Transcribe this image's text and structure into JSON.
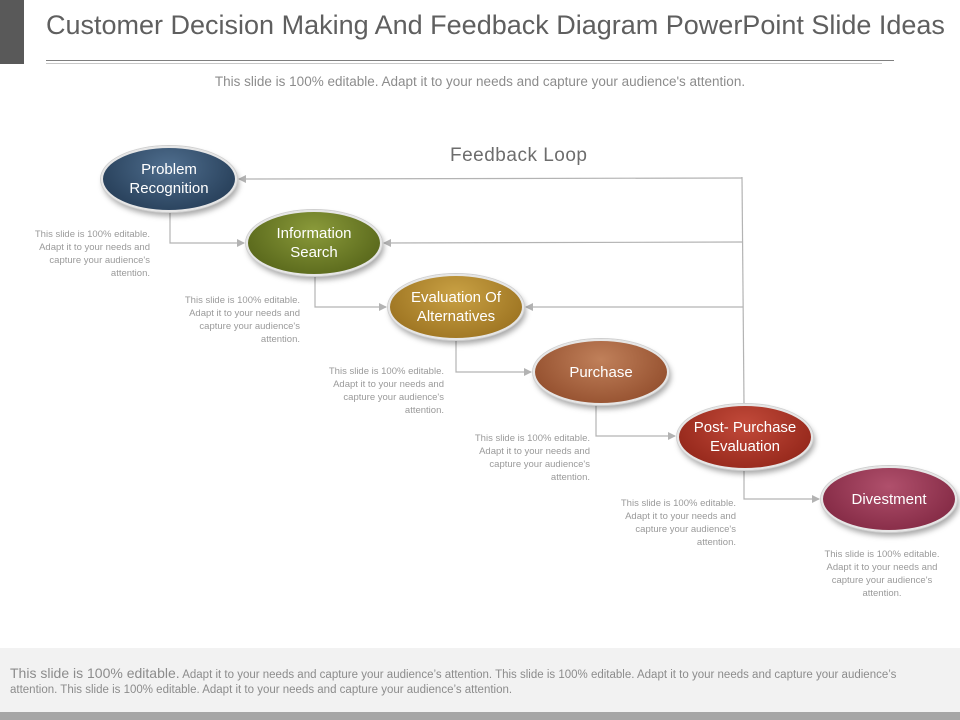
{
  "title": "Customer Decision Making And Feedback Diagram PowerPoint Slide Ideas",
  "subtitle": "This slide is 100% editable. Adapt it to your needs and capture your audience's attention.",
  "diagram": {
    "loop_label": "Feedback Loop",
    "steps": [
      {
        "label": "Problem Recognition",
        "note": "This slide is 100% editable. Adapt it to your needs and capture your audience's attention."
      },
      {
        "label": "Information Search",
        "note": "This slide is 100% editable. Adapt it to your needs and capture your audience's attention."
      },
      {
        "label": "Evaluation Of Alternatives",
        "note": "This slide is 100% editable. Adapt it to your needs and capture your audience's attention."
      },
      {
        "label": "Purchase",
        "note": "This slide is 100% editable. Adapt it to your needs and capture your audience's attention."
      },
      {
        "label": "Post- Purchase Evaluation",
        "note": "This slide is 100% editable. Adapt it to your needs and capture your audience's attention."
      },
      {
        "label": "Divestment",
        "note": "This slide is 100% editable. Adapt it to your needs and capture your audience's attention."
      }
    ]
  },
  "footer": {
    "lead": "This slide is 100% editable.",
    "body": "Adapt it to your needs and capture your audience’s attention. This slide is 100% editable. Adapt it to your needs and capture your audience’s attention. This slide is 100% editable. Adapt it to your needs and capture your audience’s attention."
  },
  "colors": {
    "problem_recognition": "#2c4560",
    "information_search": "#5f6e1f",
    "evaluation_of_alternatives": "#a37a26",
    "purchase": "#9a5634",
    "post_purchase_evaluation": "#9b2c1f",
    "divestment": "#8a2f4a"
  }
}
